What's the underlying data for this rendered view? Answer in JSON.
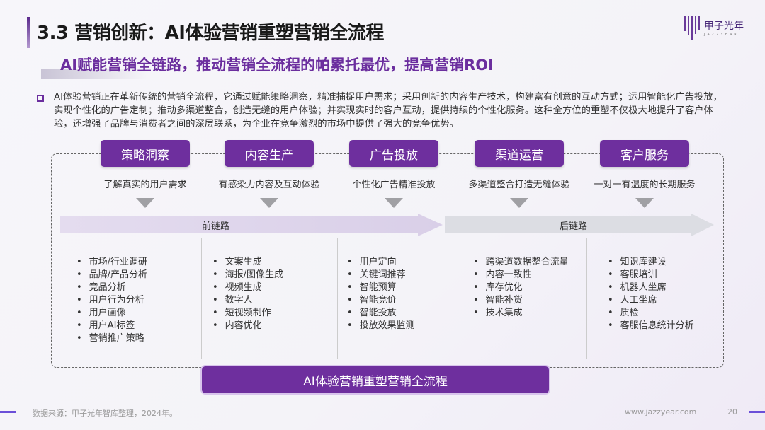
{
  "header": {
    "title": "3.3 营销创新：AI体验营销重塑营销全流程",
    "logo_text": "甲子光年",
    "logo_sub": "JAZZYEAR"
  },
  "subtitle": "AI赋能营销全链路，推动营销全流程的帕累托最优，提高营销ROI",
  "body": "AI体验营销正在革新传统的营销全流程，它通过赋能策略洞察，精准捕捉用户需求；采用创新的内容生产技术，构建富有创意的互动方式；运用智能化广告投放，实现个性化的广告定制；推动多渠道整合，创造无缝的用户体验；并实现实时的客户互动，提供持续的个性化服务。这种全方位的重塑不仅极大地提升了客户体验，还增强了品牌与消费者之间的深层联系，为企业在竞争激烈的市场中提供了强大的竞争优势。",
  "stages": [
    {
      "label": "策略洞察",
      "desc": "了解真实的用户需求",
      "items": [
        "市场/行业调研",
        "品牌/产品分析",
        "竞品分析",
        "用户行为分析",
        "用户画像",
        "用户AI标签",
        "营销推广策略"
      ]
    },
    {
      "label": "内容生产",
      "desc": "有感染力内容及互动体验",
      "items": [
        "文案生成",
        "海报/图像生成",
        "视频生成",
        "数字人",
        "短视频制作",
        "内容优化"
      ]
    },
    {
      "label": "广告投放",
      "desc": "个性化广告精准投放",
      "items": [
        "用户定向",
        "关键词推荐",
        "智能预算",
        "智能竞价",
        "智能投放",
        "投放效果监测"
      ]
    },
    {
      "label": "渠道运营",
      "desc": "多渠道整合打造无缝体验",
      "items": [
        "跨渠道数据整合流量",
        "内容一致性",
        "库存优化",
        "智能补货",
        "技术集成"
      ]
    },
    {
      "label": "客户服务",
      "desc": "一对一有温度的长期服务",
      "items": [
        "知识库建设",
        "客服培训",
        "机器人坐席",
        "人工坐席",
        "质检",
        "客服信息统计分析"
      ]
    }
  ],
  "chain": {
    "front": "前链路",
    "back": "后链路"
  },
  "bottom_label": "AI体验营销重塑营销全流程",
  "footer": {
    "source": "数据来源：甲子光年智库整理，2024年。",
    "website": "www.jazzyear.com",
    "page": "20"
  },
  "colors": {
    "accent": "#6e2f9e"
  }
}
